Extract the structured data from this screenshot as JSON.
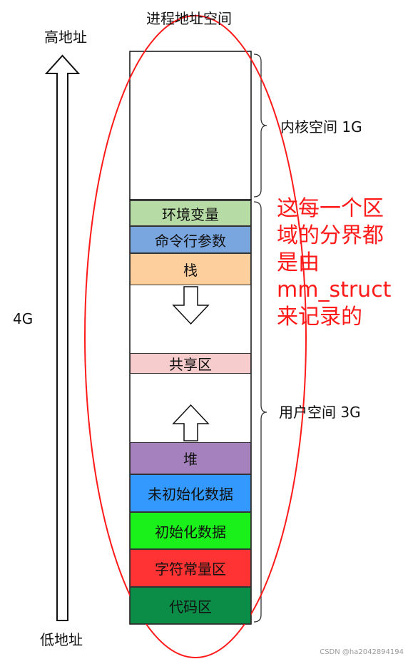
{
  "title": "进程地址空间",
  "high_address": "高地址",
  "low_address": "低地址",
  "size_label": "4G",
  "kernel_space": "内核空间 1G",
  "user_space": "用户空间 3G",
  "segments": {
    "env": {
      "label": "环境变量",
      "color": "#b7dba4"
    },
    "args": {
      "label": "命令行参数",
      "color": "#7aa6e0"
    },
    "stack": {
      "label": "栈",
      "color": "#fccf9c"
    },
    "shared": {
      "label": "共享区",
      "color": "#f6cccc"
    },
    "heap": {
      "label": "堆",
      "color": "#a582bd"
    },
    "bss": {
      "label": "未初始化数据",
      "color": "#3399ff"
    },
    "data": {
      "label": "初始化数据",
      "color": "#1af01a"
    },
    "rodata": {
      "label": "字符常量区",
      "color": "#ff3333"
    },
    "text": {
      "label": "代码区",
      "color": "#0b8c47"
    }
  },
  "annotation": {
    "lines": [
      "这每一个区",
      "域的分界都",
      "是由",
      "mm_struct",
      "来记录的"
    ],
    "color": "#ff1a1a"
  },
  "watermark": "CSDN @ha2042894194"
}
